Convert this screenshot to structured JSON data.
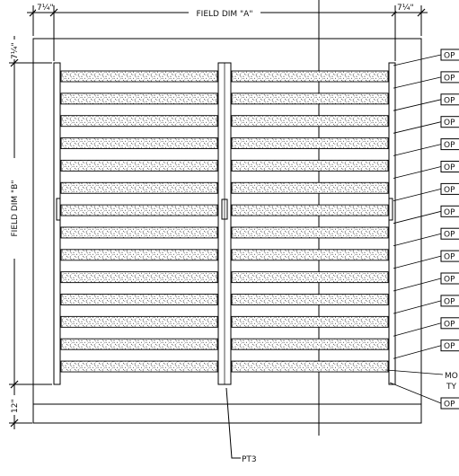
{
  "dimensions": {
    "top_left": "7¼\"",
    "top_right": "7¼\"",
    "width_label": "FIELD DIM \"A\"",
    "height_label": "FIELD DIM \"B\"",
    "left_top": "7¼\"",
    "left_bottom": "12\""
  },
  "callouts": {
    "opening_tag": "OP",
    "opening_count": 15,
    "mount_line1": "MO",
    "mount_line2": "TY",
    "post_tag": "PT3"
  },
  "panels": {
    "stripe_count": 14
  }
}
